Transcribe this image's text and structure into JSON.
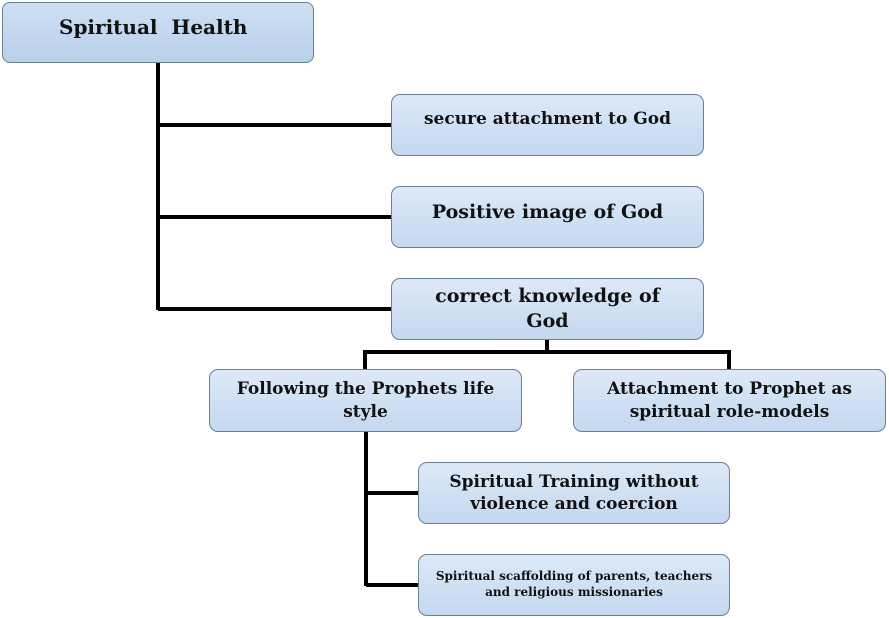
{
  "diagram": {
    "root": "Spiritual  Health",
    "nodes": [
      {
        "id": "b1",
        "label": "secure attachment to God"
      },
      {
        "id": "b2",
        "label": "Positive image of God"
      },
      {
        "id": "b3",
        "label": "correct knowledge of God"
      },
      {
        "id": "b4",
        "label": "Following the Prophets life style"
      },
      {
        "id": "b5",
        "label": "Attachment to Prophet as spiritual role-models"
      },
      {
        "id": "b6",
        "label": "Spiritual Training without violence and coercion"
      },
      {
        "id": "b7",
        "label": "Spiritual scaffolding of parents, teachers and religious missionaries"
      }
    ],
    "edges": [
      {
        "from": "root",
        "to": "b1"
      },
      {
        "from": "root",
        "to": "b2"
      },
      {
        "from": "root",
        "to": "b3"
      },
      {
        "from": "b3",
        "to": "b4"
      },
      {
        "from": "b3",
        "to": "b5"
      },
      {
        "from": "b4",
        "to": "b6"
      },
      {
        "from": "b4",
        "to": "b7"
      }
    ],
    "colors": {
      "box_fill": "#c4d8f0",
      "box_border": "#6b7f95",
      "connector": "#000000"
    }
  }
}
